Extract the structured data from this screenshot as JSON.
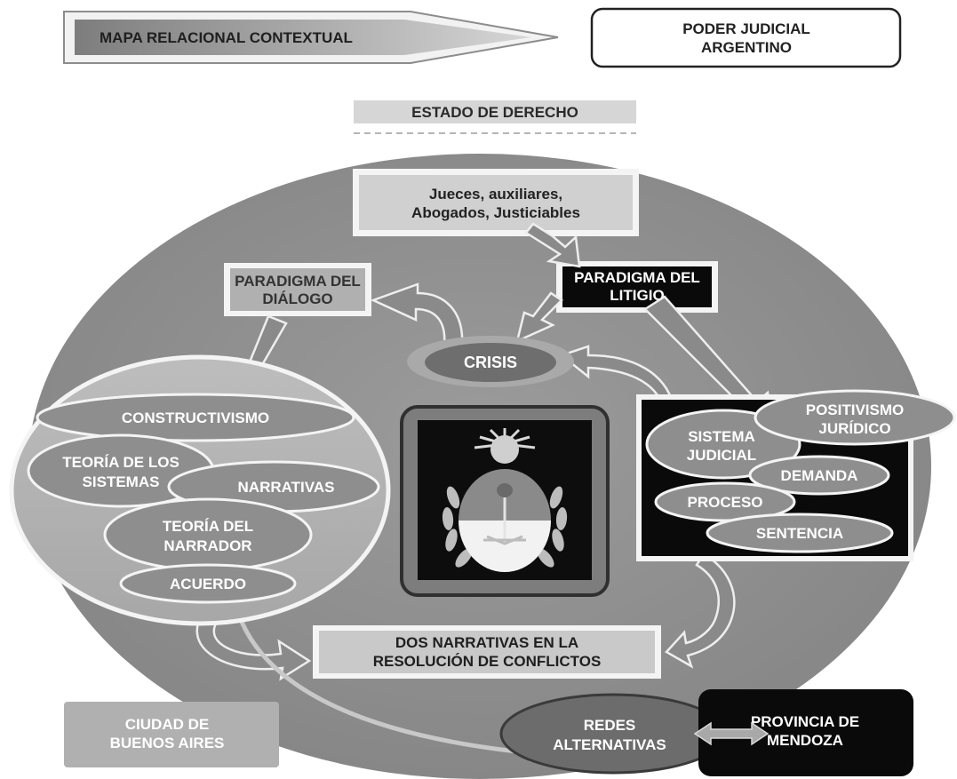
{
  "header": {
    "banner_label": "MAPA RELACIONAL CONTEXTUAL",
    "institution_line1": "PODER JUDICIAL",
    "institution_line2": "ARGENTINO"
  },
  "subtitle": "ESTADO DE DERECHO",
  "actors": {
    "line1": "Jueces, auxiliares,",
    "line2": "Abogados, Justiciables"
  },
  "paradigm_dialogue": {
    "line1": "PARADIGMA DEL",
    "line2": "DIÁLOGO"
  },
  "paradigm_litigation": {
    "line1": "PARADIGMA DEL",
    "line2": "LITIGIO"
  },
  "crisis": "CRISIS",
  "dialogue_concepts": {
    "constructivism": "CONSTRUCTIVISMO",
    "systems_theory_line1": "TEORÍA DE LOS",
    "systems_theory_line2": "SISTEMAS",
    "narratives": "NARRATIVAS",
    "narrator_theory_line1": "TEORÍA DEL",
    "narrator_theory_line2": "NARRADOR",
    "agreement": "ACUERDO"
  },
  "litigation_concepts": {
    "positivism_line1": "POSITIVISMO",
    "positivism_line2": "JURÍDICO",
    "judicial_system_line1": "SISTEMA",
    "judicial_system_line2": "JUDICIAL",
    "claim": "DEMANDA",
    "process": "PROCESO",
    "sentence": "SENTENCIA"
  },
  "two_narratives": {
    "line1": "DOS NARRATIVAS EN LA",
    "line2": "RESOLUCIÓN DE CONFLICTOS"
  },
  "city": {
    "line1": "CIUDAD DE",
    "line2": "BUENOS AIRES"
  },
  "networks": {
    "line1": "REDES",
    "line2": "ALTERNATIVAS"
  },
  "province": {
    "line1": "PROVINCIA DE",
    "line2": "MENDOZA"
  },
  "emblem_icon": "argentine-coat-of-arms-icon",
  "colors": {
    "big_ellipse": "#8f8f8f",
    "dark_box": "#0a0a0a",
    "light_box": "#cfcfcf",
    "mid_box": "#a8a8a8",
    "oval": "#8a8a8a"
  }
}
